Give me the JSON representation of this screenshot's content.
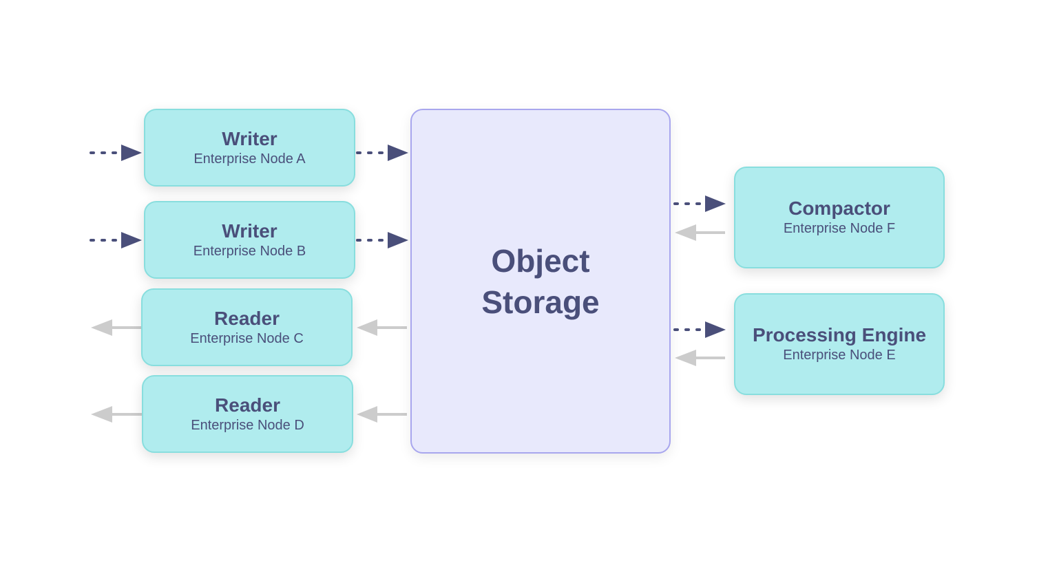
{
  "storage": {
    "title": "Object Storage"
  },
  "nodes": {
    "writer_a": {
      "role": "Writer",
      "name": "Enterprise Node A"
    },
    "writer_b": {
      "role": "Writer",
      "name": "Enterprise Node B"
    },
    "reader_c": {
      "role": "Reader",
      "name": "Enterprise Node C"
    },
    "reader_d": {
      "role": "Reader",
      "name": "Enterprise Node D"
    },
    "compactor_f": {
      "role": "Compactor",
      "name": "Enterprise Node F"
    },
    "processing_e": {
      "role": "Processing Engine",
      "name": "Enterprise Node E"
    }
  },
  "colors": {
    "node_fill": "#b0ecee",
    "node_border": "#88dede",
    "storage_fill": "#e8e9fc",
    "storage_border": "#a8a6ee",
    "text": "#4a4f7a",
    "write_arrow": "#4a4f7a",
    "read_arrow": "#cccccc"
  }
}
